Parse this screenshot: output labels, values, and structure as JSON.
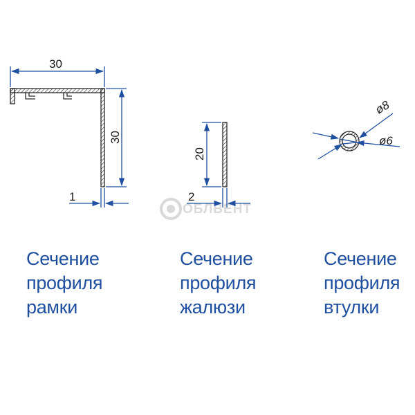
{
  "colors": {
    "outline": "#2a2a2a",
    "dimension": "#1f4fa0",
    "caption": "#1f4fa0",
    "watermark": "#d9d9d9"
  },
  "watermark": {
    "text": "ОБЛВЕНТ"
  },
  "frame_section": {
    "dim_width": "30",
    "dim_height": "30",
    "dim_thickness": "1",
    "caption": [
      "Сечение",
      "профиля",
      "рамки"
    ]
  },
  "blind_section": {
    "dim_height": "20",
    "dim_thickness": "2",
    "caption": [
      "Сечение",
      "профиля",
      "жалюзи"
    ]
  },
  "sleeve_section": {
    "dim_outer": "ø8",
    "dim_inner": "ø6",
    "caption": [
      "Сечение",
      "профиля",
      "втулки"
    ]
  }
}
